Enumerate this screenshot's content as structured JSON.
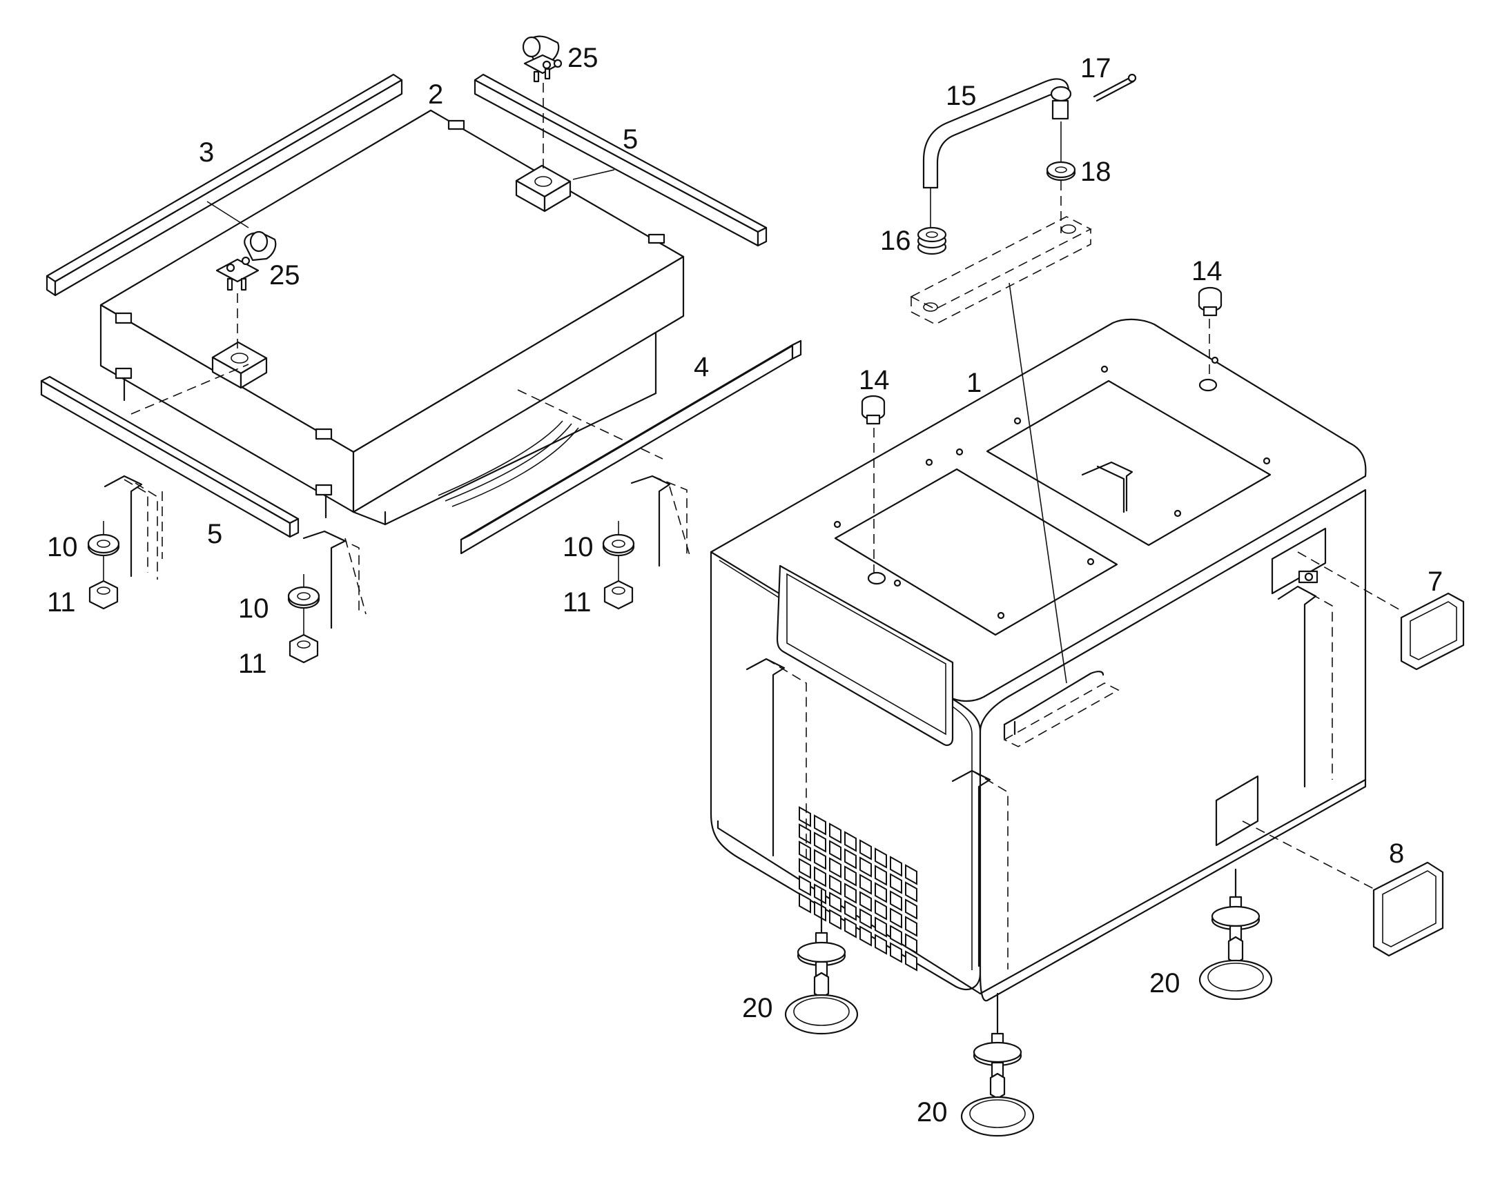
{
  "callouts": {
    "c1": "1",
    "c2": "2",
    "c3": "3",
    "c4": "4",
    "c5a": "5",
    "c5b": "5",
    "c7": "7",
    "c8": "8",
    "c10a": "10",
    "c10b": "10",
    "c10c": "10",
    "c11a": "11",
    "c11b": "11",
    "c11c": "11",
    "c14a": "14",
    "c14b": "14",
    "c15": "15",
    "c16": "16",
    "c17": "17",
    "c18": "18",
    "c20a": "20",
    "c20b": "20",
    "c20c": "20",
    "c25a": "25",
    "c25b": "25"
  },
  "colors": {
    "line": "#111111",
    "background": "#ffffff"
  }
}
